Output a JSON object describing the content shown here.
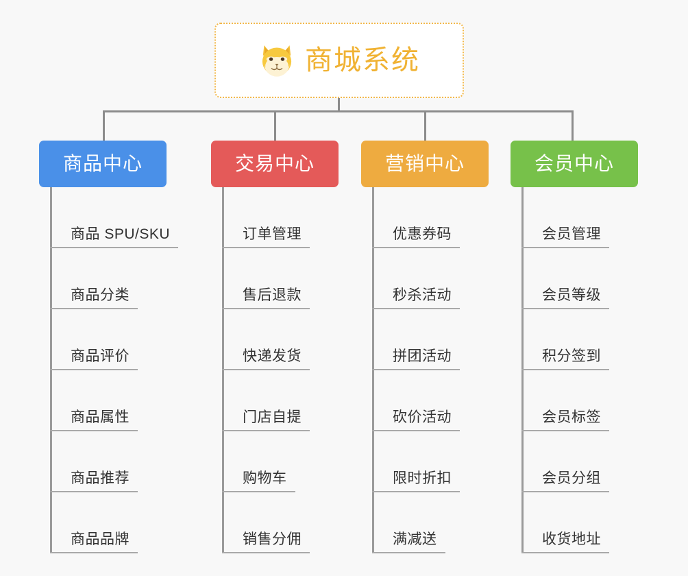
{
  "diagram": {
    "title": "商城系统",
    "root": {
      "label": "商城系统",
      "icon": "shiba-dog-face-icon",
      "text_color": "#f0b233",
      "border_color": "#f2b84b",
      "background": "#ffffff"
    },
    "background_color": "#f8f8f8",
    "connector_color": "#8c8c8c",
    "categories": [
      {
        "label": "商品中心",
        "color": "#4a90e8",
        "items": [
          "商品 SPU/SKU",
          "商品分类",
          "商品评价",
          "商品属性",
          "商品推荐",
          "商品品牌"
        ]
      },
      {
        "label": "交易中心",
        "color": "#e45a59",
        "items": [
          "订单管理",
          "售后退款",
          "快递发货",
          "门店自提",
          "购物车",
          "销售分佣"
        ]
      },
      {
        "label": "营销中心",
        "color": "#eeab40",
        "items": [
          "优惠券码",
          "秒杀活动",
          "拼团活动",
          "砍价活动",
          "限时折扣",
          "满减送"
        ]
      },
      {
        "label": "会员中心",
        "color": "#77c council",
        "items": [
          "会员管理",
          "会员等级",
          "积分签到",
          "会员标签",
          "会员分组",
          "收货地址"
        ]
      }
    ]
  }
}
